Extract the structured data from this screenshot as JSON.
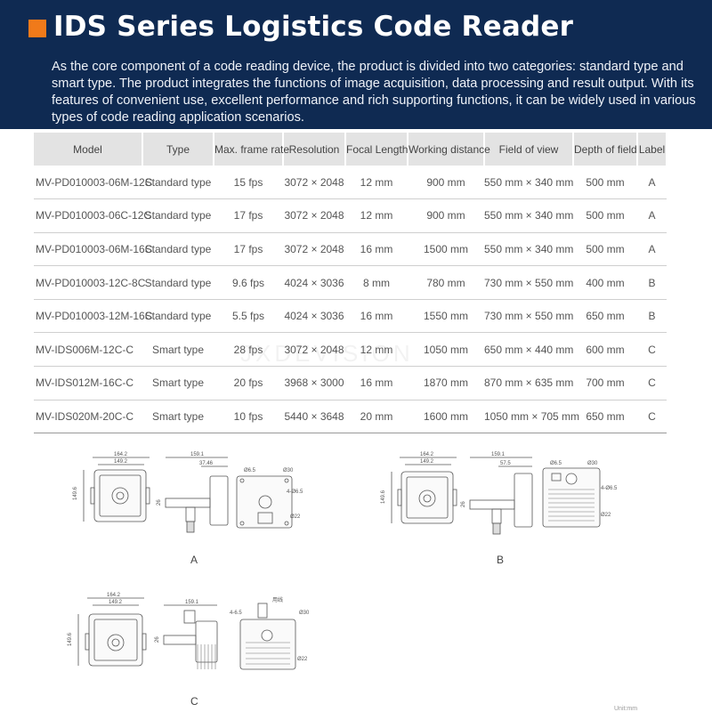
{
  "header": {
    "title": "IDS Series Logistics Code Reader",
    "description": "As the core component of a code reading device, the product is divided into two categories: standard type and smart type. The product integrates the functions of image acquisition, data processing and result output. With its features of convenient use, excellent performance and rich supporting functions, it can be widely used in various types of code reading application scenarios.",
    "accent_color": "#f07a1a",
    "background_color": "#0f2a52"
  },
  "table": {
    "headers": [
      "Model",
      "Type",
      "Max. frame rate",
      "Resolution",
      "Focal Length",
      "Working distance",
      "Field of view",
      "Depth of field",
      "Label"
    ],
    "rows": [
      [
        "MV-PD010003-06M-12C",
        "Standard type",
        "15 fps",
        "3072 × 2048",
        "12 mm",
        "900 mm",
        "550 mm × 340 mm",
        "500 mm",
        "A"
      ],
      [
        "MV-PD010003-06C-12C",
        "Standard type",
        "17 fps",
        "3072 × 2048",
        "12 mm",
        "900 mm",
        "550 mm × 340 mm",
        "500 mm",
        "A"
      ],
      [
        "MV-PD010003-06M-16C",
        "Standard type",
        "17 fps",
        "3072 × 2048",
        "16 mm",
        "1500 mm",
        "550 mm × 340 mm",
        "500 mm",
        "A"
      ],
      [
        "MV-PD010003-12C-8C",
        "Standard type",
        "9.6 fps",
        "4024 × 3036",
        "8 mm",
        "780 mm",
        "730 mm × 550 mm",
        "400 mm",
        "B"
      ],
      [
        "MV-PD010003-12M-16C",
        "Standard type",
        "5.5 fps",
        "4024 × 3036",
        "16 mm",
        "1550 mm",
        "730 mm × 550 mm",
        "650 mm",
        "B"
      ],
      [
        "MV-IDS006M-12C-C",
        "Smart type",
        "28 fps",
        "3072 × 2048",
        "12 mm",
        "1050 mm",
        "650 mm × 440 mm",
        "600 mm",
        "C"
      ],
      [
        "MV-IDS012M-16C-C",
        "Smart type",
        "20 fps",
        "3968 × 3000",
        "16 mm",
        "1870 mm",
        "870 mm × 635 mm",
        "700 mm",
        "C"
      ],
      [
        "MV-IDS020M-20C-C",
        "Smart type",
        "10 fps",
        "5440 × 3648",
        "20 mm",
        "1600 mm",
        "1050 mm × 705 mm",
        "650 mm",
        "C"
      ]
    ]
  },
  "watermark": "JXDEVISION",
  "drawings": {
    "A": {
      "label": "A",
      "dims": {
        "w1": "164.2",
        "w2": "149.2",
        "h1": "149.6",
        "h2": "26",
        "side1": "159.1",
        "side2": "37.46",
        "hole": "Ø6.5",
        "d30": "Ø30",
        "d65": "4-Ø6.5",
        "d22": "Ø22"
      }
    },
    "B": {
      "label": "B",
      "dims": {
        "w1": "164.2",
        "w2": "149.2",
        "h1": "149.6",
        "h2": "26",
        "side1": "159.1",
        "side2": "57.5",
        "hole": "Ø6.5",
        "d30": "Ø30",
        "d65": "4-Ø6.5",
        "d22": "Ø22"
      }
    },
    "C": {
      "label": "C",
      "dims": {
        "w1": "164.2",
        "w2": "149.2",
        "h1": "149.6",
        "h2": "26",
        "side1": "159.1",
        "d65": "4-6.5",
        "cable": "用线",
        "d30": "Ø30",
        "d22": "Ø22"
      }
    },
    "unit": "Unit:mm"
  }
}
